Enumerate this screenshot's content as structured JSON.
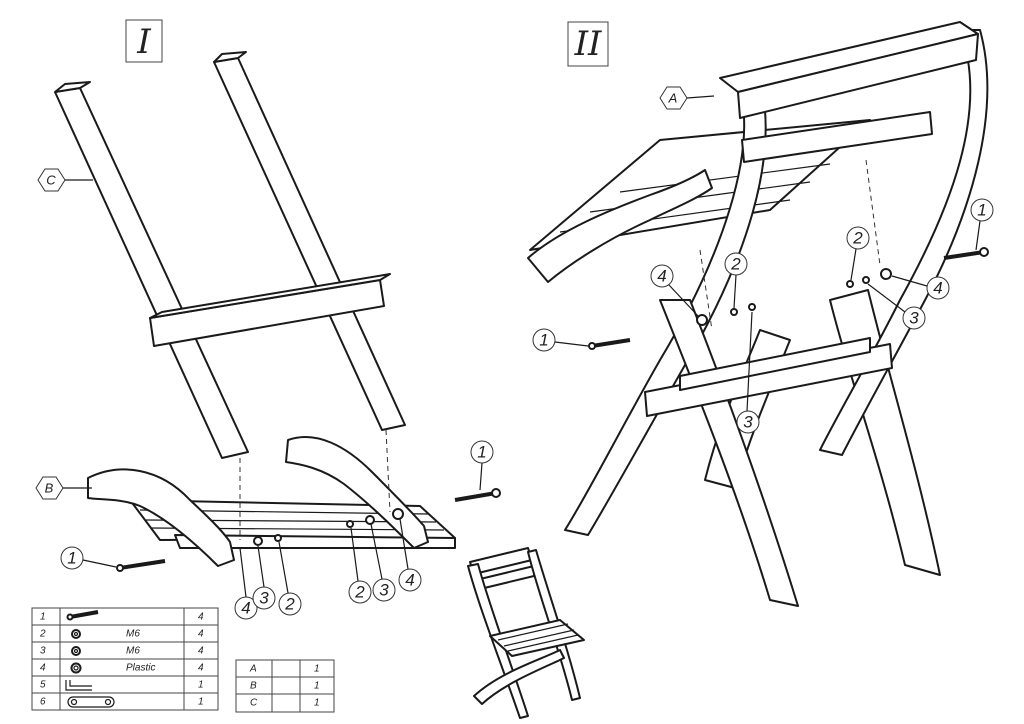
{
  "views": [
    "I",
    "II"
  ],
  "callouts": {
    "one": "1",
    "two": "2",
    "three": "3",
    "four": "4"
  },
  "part_labels": {
    "A": "A",
    "B": "B",
    "C": "C"
  },
  "hardware_table": [
    {
      "no": "1",
      "spec": "",
      "qty": "4",
      "icon": "bolt-icon"
    },
    {
      "no": "2",
      "spec": "M6",
      "qty": "4",
      "icon": "nut-icon"
    },
    {
      "no": "3",
      "spec": "M6",
      "qty": "4",
      "icon": "washer-icon"
    },
    {
      "no": "4",
      "spec": "Plastic",
      "qty": "4",
      "icon": "plastic-washer-icon"
    },
    {
      "no": "5",
      "spec": "",
      "qty": "1",
      "icon": "hex-key-icon"
    },
    {
      "no": "6",
      "spec": "",
      "qty": "1",
      "icon": "wrench-icon"
    }
  ],
  "parts_table": [
    {
      "part": "A",
      "qty": "1"
    },
    {
      "part": "B",
      "qty": "1"
    },
    {
      "part": "C",
      "qty": "1"
    }
  ]
}
